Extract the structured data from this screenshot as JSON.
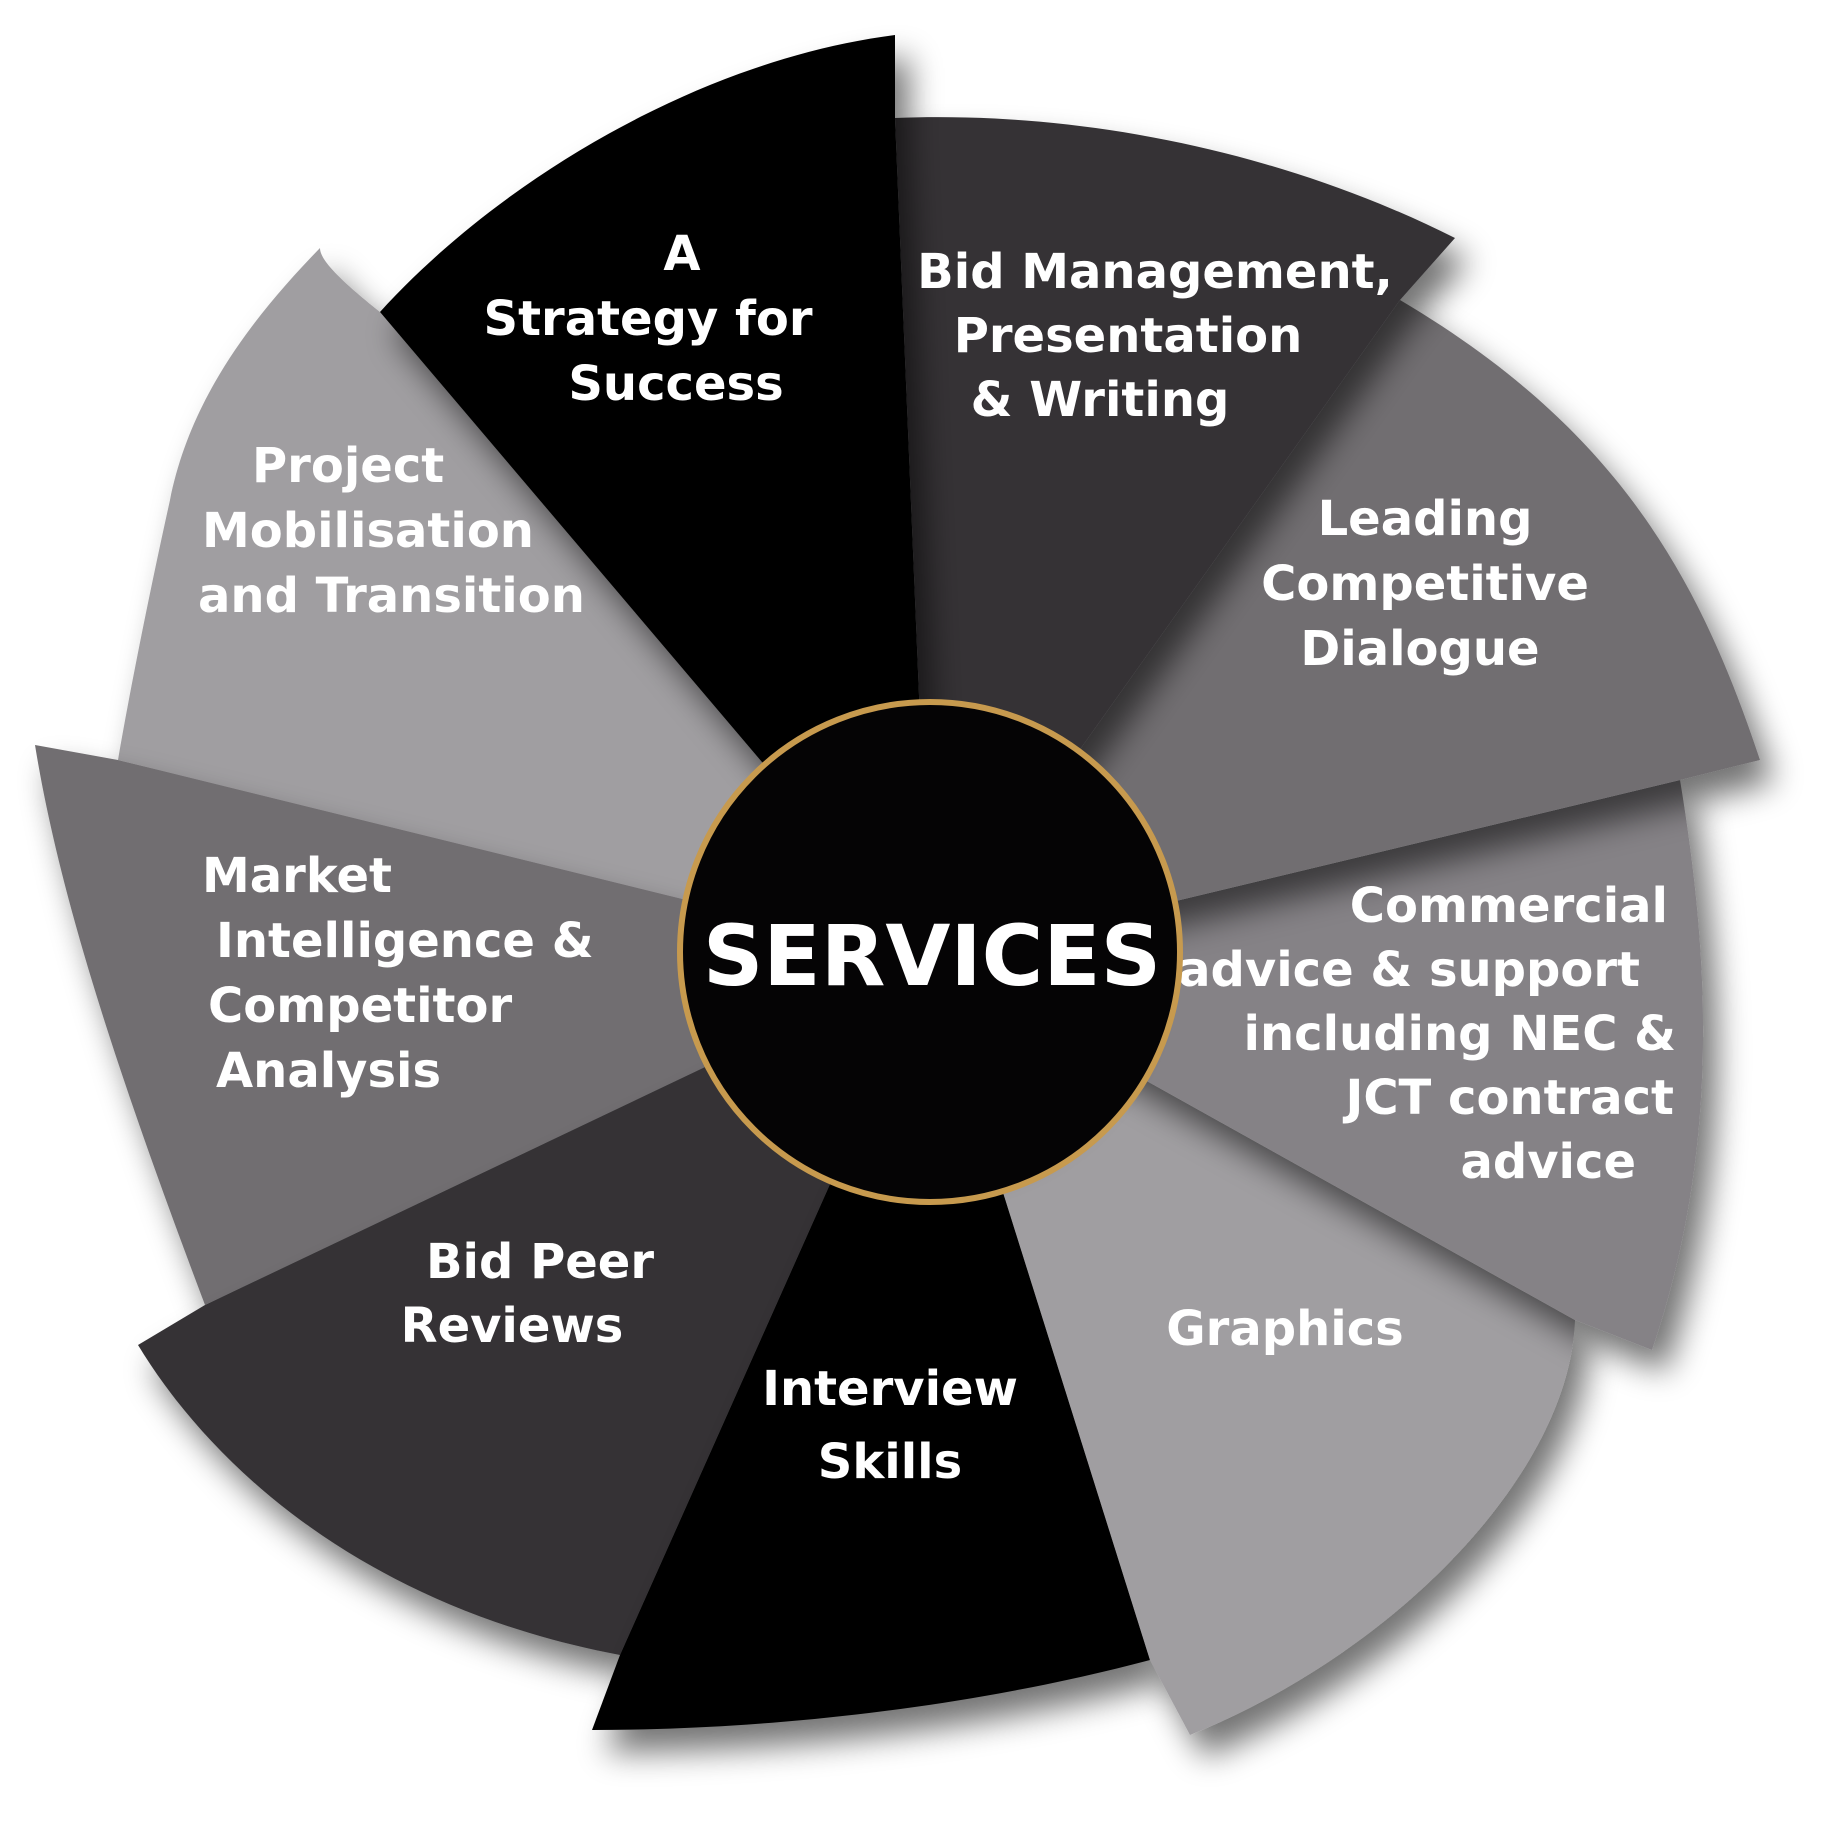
{
  "center": {
    "label": "SERVICES",
    "fill": "#050405",
    "ring": "#c79a4e"
  },
  "segments": [
    {
      "id": "strategy",
      "label_lines": [
        "A",
        "Strategy for",
        "Success"
      ],
      "fill": "#050405"
    },
    {
      "id": "bid-mgmt",
      "label_lines": [
        "Bid Management,",
        "Presentation",
        "& Writing"
      ],
      "fill": "#353336"
    },
    {
      "id": "leading",
      "label_lines": [
        "Leading",
        "Competitive",
        "Dialogue"
      ],
      "fill": "#716e71"
    },
    {
      "id": "commercial",
      "label_lines": [
        "Commercial",
        "advice & support",
        "including NEC &",
        "JCT contract",
        "advice"
      ],
      "fill": "#858286"
    },
    {
      "id": "graphics",
      "label_lines": [
        "Graphics"
      ],
      "fill": "#a09ea1"
    },
    {
      "id": "interview",
      "label_lines": [
        "Interview",
        "Skills"
      ],
      "fill": "#050405"
    },
    {
      "id": "peer",
      "label_lines": [
        "Bid Peer",
        "Reviews"
      ],
      "fill": "#353336"
    },
    {
      "id": "market",
      "label_lines": [
        "Market",
        "Intelligence &",
        "Competitor",
        "Analysis"
      ],
      "fill": "#716e71"
    },
    {
      "id": "project",
      "label_lines": [
        "Project",
        "Mobilisation",
        "and Transition"
      ],
      "fill": "#a09ea1"
    }
  ]
}
